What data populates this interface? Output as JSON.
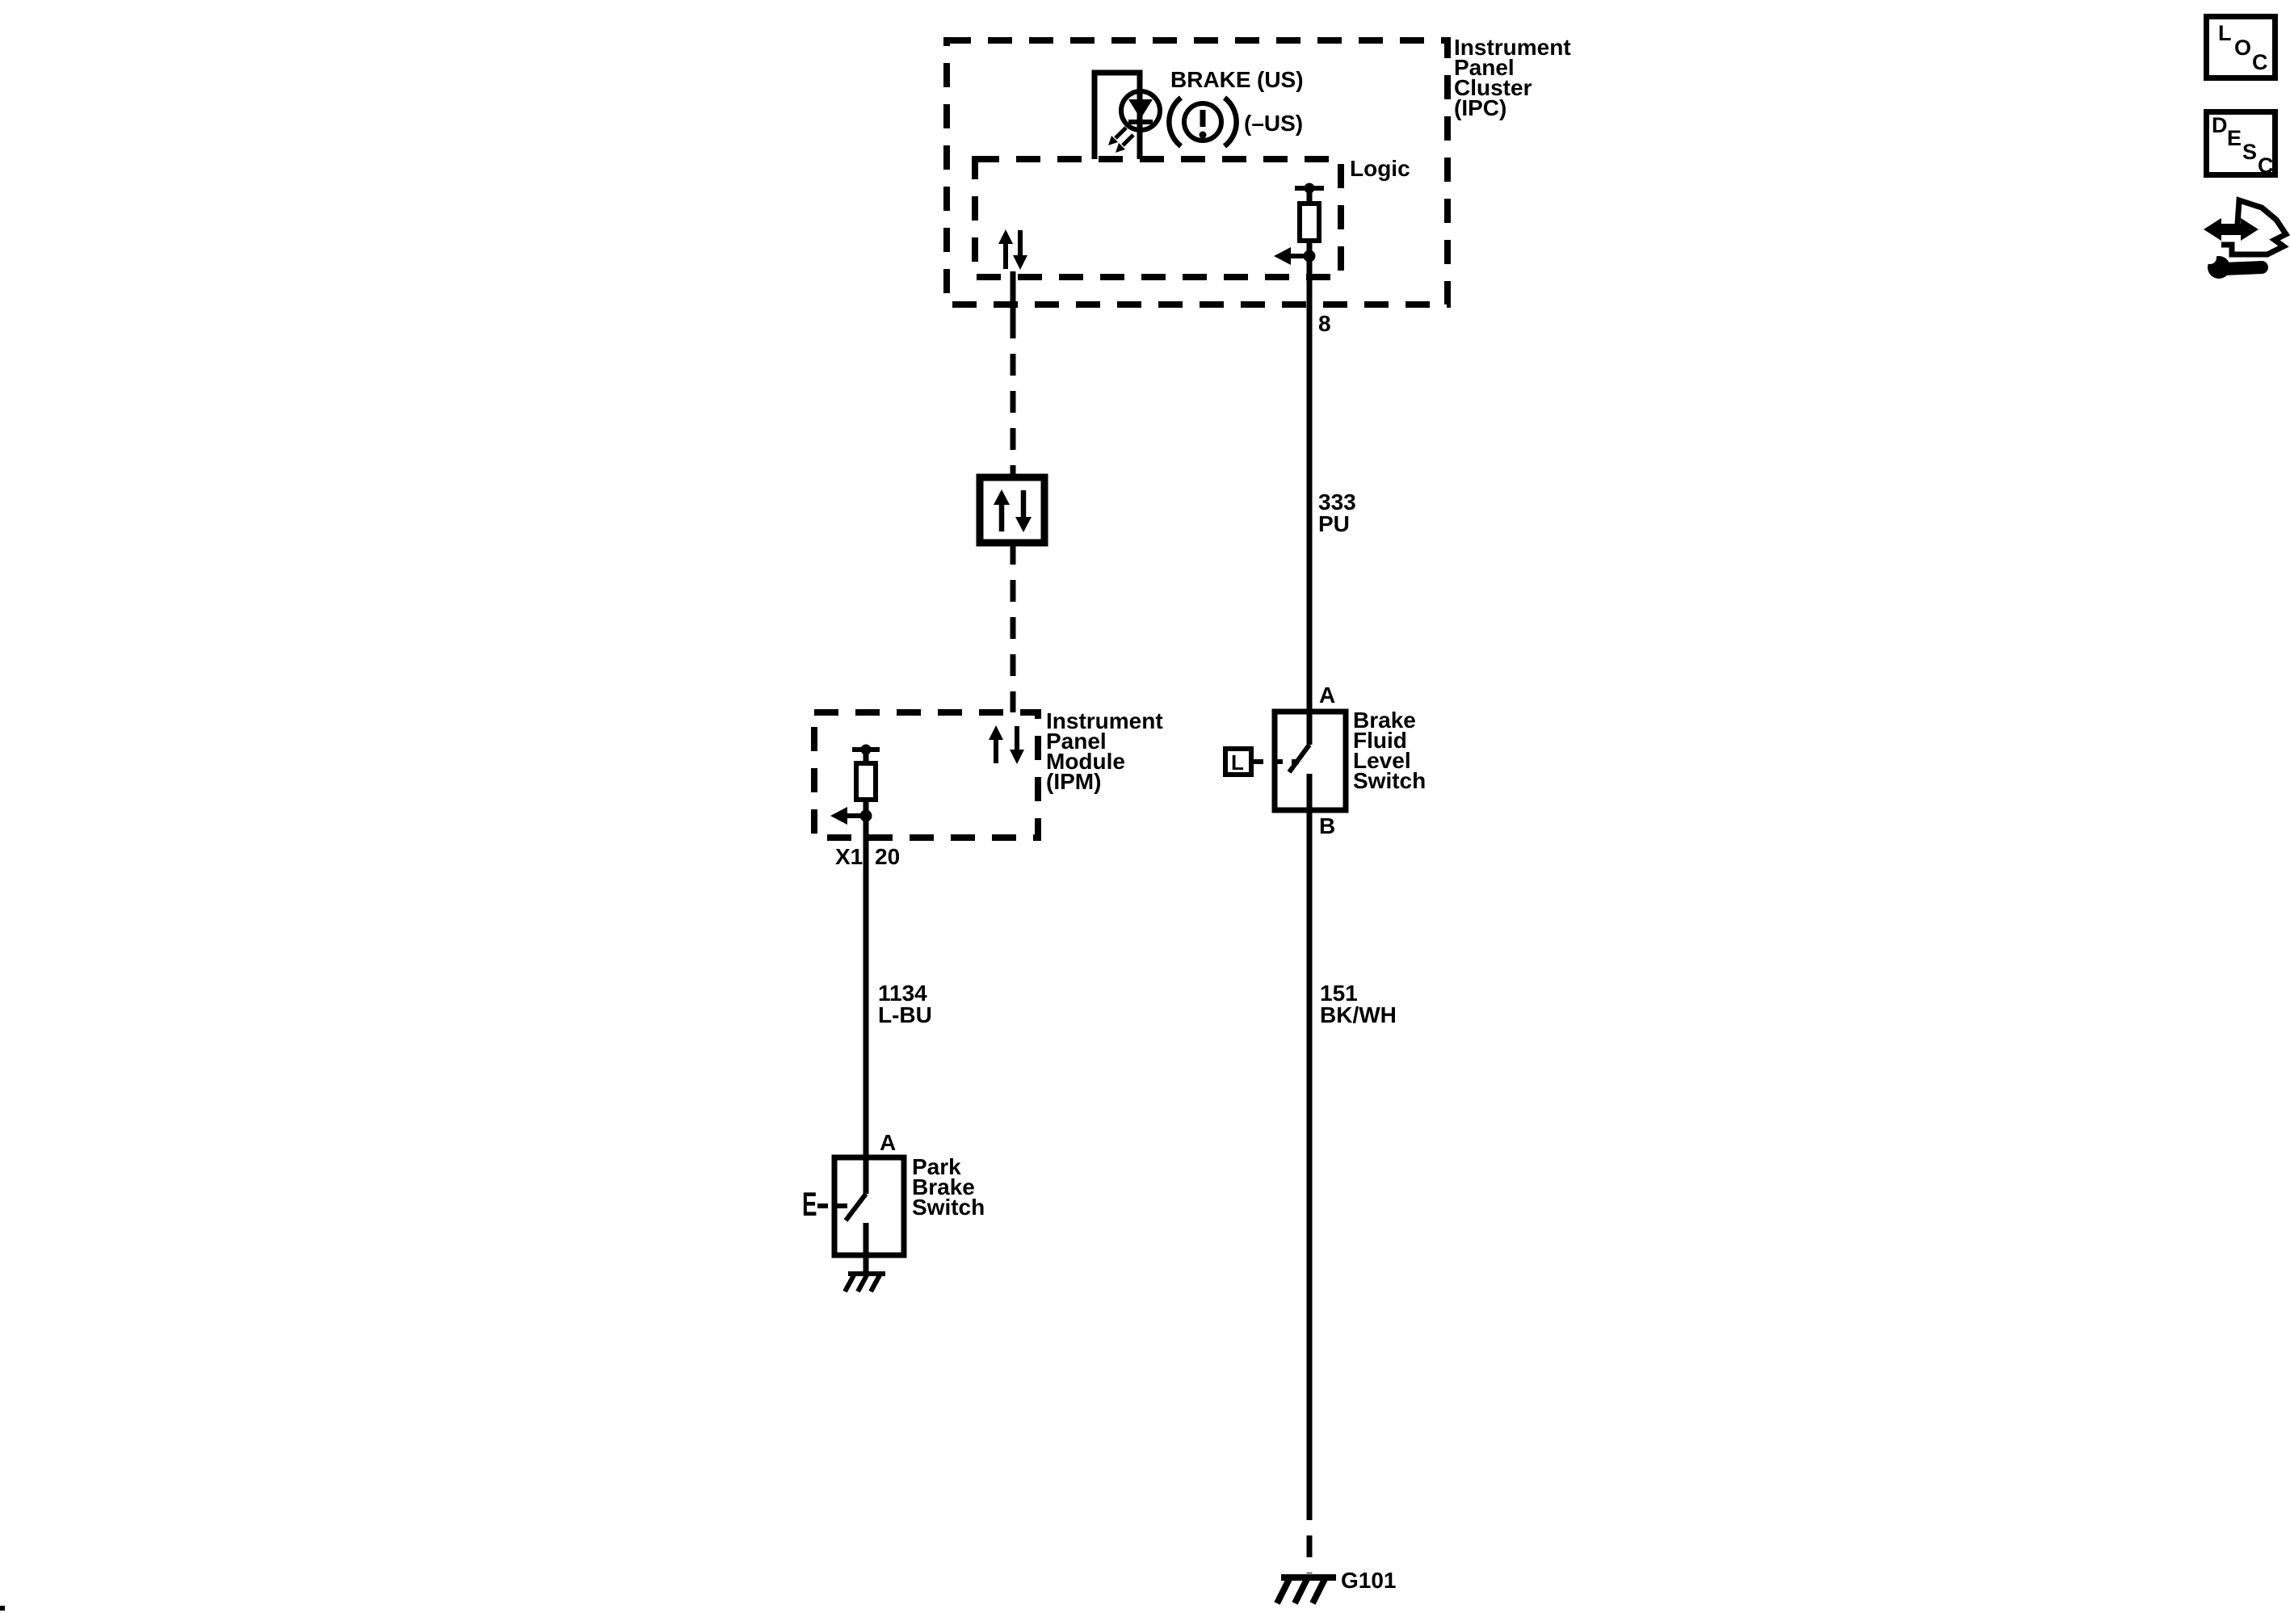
{
  "palette": {
    "ink": "#000000",
    "paper": "#ffffff"
  },
  "corner_nav": {
    "loc_letters": [
      "L",
      "O",
      "C"
    ],
    "desc_letters": [
      "D",
      "E",
      "S",
      "C"
    ]
  },
  "ipc": {
    "name_lines": [
      "Instrument",
      "Panel",
      "Cluster",
      "(IPC)"
    ],
    "logic_label": "Logic",
    "brake_lamp": {
      "label": "BRAKE",
      "market": "(US)"
    },
    "warning_lamp": {
      "market": "(–US)"
    },
    "pin": "8"
  },
  "ipm": {
    "name_lines": [
      "Instrument",
      "Panel",
      "Module",
      "(IPM)"
    ],
    "connector": "X1",
    "pin": "20"
  },
  "brake_fluid_level_switch": {
    "name_lines": [
      "Brake",
      "Fluid",
      "Level",
      "Switch"
    ],
    "pin_top": "A",
    "pin_bottom": "B",
    "sensor_letter": "L"
  },
  "park_brake_switch": {
    "name_lines": [
      "Park",
      "Brake",
      "Switch"
    ],
    "pin_top": "A",
    "actuator_letter": "E"
  },
  "wires": {
    "w333": {
      "circuit": "333",
      "color": "PU"
    },
    "w151": {
      "circuit": "151",
      "color": "BK/WH"
    },
    "w1134": {
      "circuit": "1134",
      "color": "L-BU"
    }
  },
  "ground": {
    "label": "G101"
  }
}
